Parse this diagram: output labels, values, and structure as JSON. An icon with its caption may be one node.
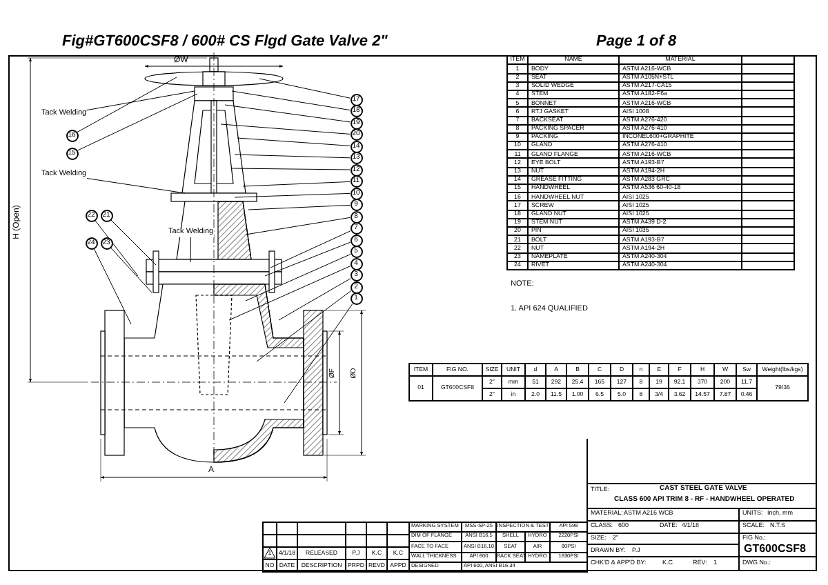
{
  "diagram": {
    "title": "Fig#GT600CSF8 / 600# CS Flgd Gate Valve 2\"",
    "nodes": [
      {
        "text": [
          "17"
        ]
      },
      {
        "text": [
          "Tack Welding"
        ]
      },
      {
        "text": [
          "18"
        ]
      },
      {
        "text": [
          "19"
        ]
      },
      {
        "text": [
          "16"
        ]
      },
      {
        "text": [
          "20"
        ]
      },
      {
        "text": [
          "15"
        ]
      },
      {
        "text": [
          "14"
        ]
      },
      {
        "text": [
          "13"
        ]
      },
      {
        "text": [
          "Tack Welding"
        ]
      },
      {
        "text": [
          "12"
        ]
      },
      {
        "text": [
          "11"
        ]
      },
      {
        "text": [
          "10"
        ]
      },
      {
        "text": [
          "22"
        ]
      },
      {
        "text": [
          "21"
        ]
      },
      {
        "text": [
          "9"
        ]
      },
      {
        "text": [
          "8"
        ]
      },
      {
        "text": [
          "24"
        ]
      },
      {
        "text": [
          "23"
        ]
      },
      {
        "text": [
          "Tack Welding"
        ]
      },
      {
        "text": [
          "7"
        ]
      },
      {
        "text": [
          "6"
        ]
      },
      {
        "text": [
          "5"
        ]
      },
      {
        "text": [
          "4"
        ]
      },
      {
        "text": [
          "3"
        ]
      },
      {
        "text": [
          "2"
        ]
      },
      {
        "text": [
          "1"
        ]
      }
    ],
    "edges": [
      {
        "from": 0,
        "to": null,
        "arrow": "none"
      },
      {
        "from": 1,
        "to": null,
        "arrow": "none"
      },
      {
        "from": 2,
        "to": null,
        "arrow": "none"
      },
      {
        "from": 3,
        "to": null,
        "arrow": "none"
      },
      {
        "from": 4,
        "to": null,
        "arrow": "none"
      },
      {
        "from": 5,
        "to": null,
        "arrow": "none"
      },
      {
        "from": 6,
        "to": null,
        "arrow": "none"
      },
      {
        "from": 7,
        "to": null,
        "arrow": "none"
      },
      {
        "from": 8,
        "to": null,
        "arrow": "none"
      },
      {
        "from": 9,
        "to": null,
        "arrow": "none"
      },
      {
        "from": 10,
        "to": null,
        "arrow": "none"
      },
      {
        "from": 11,
        "to": null,
        "arrow": "none"
      },
      {
        "from": 12,
        "to": null,
        "arrow": "none"
      },
      {
        "from": 13,
        "to": null,
        "arrow": "none"
      },
      {
        "from": 14,
        "to": null,
        "arrow": "none"
      },
      {
        "from": 15,
        "to": null,
        "arrow": "none"
      },
      {
        "from": 16,
        "to": null,
        "arrow": "none"
      },
      {
        "from": 17,
        "to": null,
        "arrow": "none"
      },
      {
        "from": 18,
        "to": null,
        "arrow": "none"
      },
      {
        "from": 19,
        "to": null,
        "arrow": "none"
      },
      {
        "from": 20,
        "to": null,
        "arrow": "none"
      },
      {
        "from": 21,
        "to": null,
        "arrow": "none"
      },
      {
        "from": 22,
        "to": null,
        "arrow": "none"
      },
      {
        "from": 23,
        "to": null,
        "arrow": "none"
      },
      {
        "from": 24,
        "to": null,
        "arrow": "none"
      },
      {
        "from": 25,
        "to": null,
        "arrow": "none"
      },
      {
        "from": 26,
        "to": null,
        "arrow": "none"
      }
    ],
    "labels": [
      "Page 1 of 8",
      "ITEM",
      "NAME",
      "MATERIAL",
      "1",
      "BODY",
      "ASTM A216-WCB",
      "2",
      "SEAT",
      "ASTM A105N+STL",
      "3",
      "SOLID WEDGE",
      "ASTM A217-CA15",
      "4",
      "STEM",
      "ASTM A182-F6a",
      "5",
      "BONNET",
      "ASTM A216-WCB",
      "6",
      "RTJ GASKET",
      "AISI 1008",
      "7",
      "BACKSEAT",
      "ASTM A276-420",
      "8",
      "PACKING SPACER",
      "ASTM A276-410",
      "9",
      "PACKING",
      "INCONEL600+GRAPHITE",
      "10",
      "GLAND",
      "ASTM A276-410",
      "11",
      "GLAND FLANGE",
      "ASTM A216-WCB",
      "12",
      "EYE BOLT",
      "ASTM A193-B7",
      "13",
      "NUT",
      "ASTM A194-2H",
      "14",
      "GREASE FITTING",
      "ASTM A283 GRC",
      "15",
      "HANDWHEEL",
      "ASTM A536 60-40-18",
      "16",
      "HANDWHEEL NUT",
      "AISI 1025",
      "17",
      "SCREW",
      "AISI 1025",
      "18",
      "GLAND NUT",
      "AISI 1025",
      "19",
      "STEM NUT",
      "ASTM A439 D-2",
      "20",
      "PIN",
      "AISI 1035",
      "21",
      "BOLT",
      "ASTM A193-B7",
      "22",
      "NUT",
      "ASTM A194-2H",
      "23",
      "NAMEPLATE",
      "ASTM A240-304",
      "24",
      "RIVET",
      "ASTM A240-304",
      "ØW",
      "H (Open)",
      "ØF",
      "ØD",
      "A",
      "NOTE:",
      "1. API 624 QUALIFIED",
      "ITEM",
      "FIG NO.",
      "SIZE",
      "UNIT",
      "d",
      "A",
      "B",
      "C",
      "D",
      "n",
      "E",
      "F",
      "H",
      "W",
      "Sw",
      "Weight(lbs/kgs)",
      "01",
      "GT600CSF8",
      "2\"",
      "mm",
      "51",
      "292",
      "25.4",
      "165",
      "127",
      "8",
      "19",
      "92.1",
      "370",
      "200",
      "11.7",
      "79/36",
      "2\"",
      "in",
      "2.0",
      "11.5",
      "1.00",
      "6.5",
      "5.0",
      "8",
      "3/4",
      "3.62",
      "14.57",
      "7.87",
      "0.46",
      "TITLE:",
      "CAST STEEL GATE VALVE",
      "CLASS 600 API TRIM 8 - RF - HANDWHEEL OPERATED",
      "MATERIAL:",
      "ASTM A216 WCB",
      "UNITS:",
      "Inch, mm",
      "CLASS:",
      "600",
      "DATE:",
      "4/1/18",
      "SCALE:",
      "N.T.S",
      "SIZE:",
      "2\"",
      "FIG No.:",
      "GT600CSF8",
      "DRAWN BY:",
      "P.J",
      "CHK'D & APP'D BY:",
      "K.C",
      "REV:",
      "1",
      "DWG No.:",
      "1",
      "4/1/18",
      "RELEASED",
      "P.J",
      "K.C",
      "K.C",
      "NO",
      "DATE",
      "DESCRIPTION",
      "PRPD",
      "REVD",
      "APPD",
      "MARKING SYSTEM",
      "MSS-SP-25",
      "INSPECTION & TEST",
      "API 598",
      "DIM OF FLANGE",
      "ANSI B16.5",
      "SHELL",
      "HYDRO",
      "2220PSI",
      "FACE TO FACE",
      "ANSI B16.10",
      "SEAT",
      "AIR",
      "80PSI",
      "WALL THICKNESS",
      "API 600",
      "BACK SEAT",
      "HYDRO",
      "1630PSI",
      "DESIGNED",
      "API 600, ANSI B16.34"
    ]
  }
}
